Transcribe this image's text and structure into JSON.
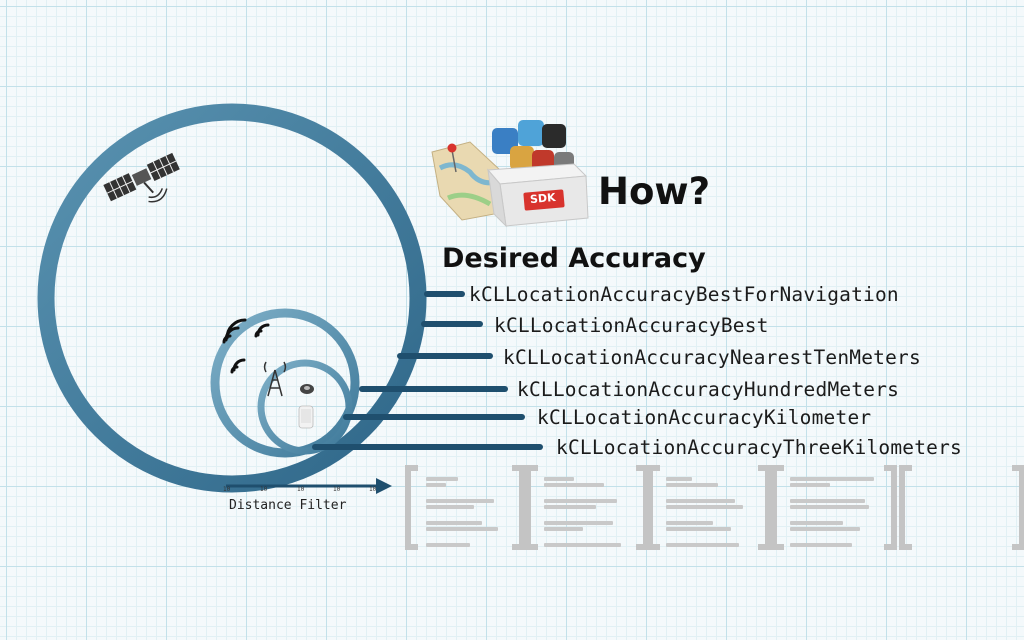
{
  "title": "How?",
  "heading": "Desired Accuracy",
  "accuracy_options": [
    "kCLLocationAccuracyBestForNavigation",
    "kCLLocationAccuracyBest",
    "kCLLocationAccuracyNearestTenMeters",
    "kCLLocationAccuracyHundredMeters",
    "kCLLocationAccuracyKilometer",
    "kCLLocationAccuracyThreeKilometers"
  ],
  "distance_filter": {
    "label": "Distance Filter",
    "tick_labels": [
      "10",
      "10",
      "10",
      "10",
      "10"
    ]
  },
  "sdk_badge": "SDK",
  "icons": [
    "satellite-icon",
    "wifi-icon",
    "cell-tower-icon",
    "iphone-icon",
    "sdk-box-icon",
    "map-icon",
    "pin-icon"
  ],
  "colors": {
    "ring": "#3f7d9c",
    "ring_light": "#5f97b3",
    "connector": "#1f4f6e",
    "text": "#111111",
    "grid": "#c3e1ea"
  }
}
